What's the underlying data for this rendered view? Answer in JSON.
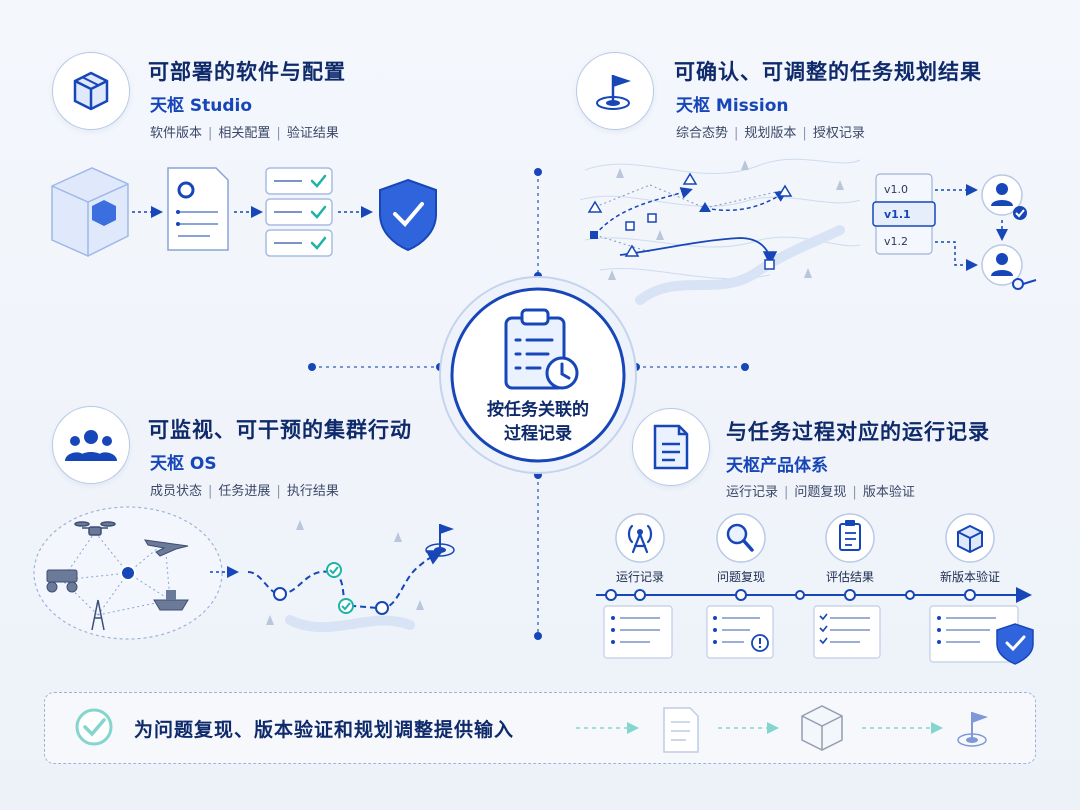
{
  "center": {
    "line1": "按任务关联的",
    "line2": "过程记录"
  },
  "quadrants": {
    "top_left": {
      "title": "可部署的软件与配置",
      "product": "天枢 Studio",
      "tags": [
        "软件版本",
        "相关配置",
        "验证结果"
      ],
      "icon": "box-icon"
    },
    "top_right": {
      "title": "可确认、可调整的任务规划结果",
      "product": "天枢 Mission",
      "tags": [
        "综合态势",
        "规划版本",
        "授权记录"
      ],
      "icon": "flag-target-icon",
      "versions": [
        "v1.0",
        "v1.1",
        "v1.2"
      ]
    },
    "bottom_left": {
      "title": "可监视、可干预的集群行动",
      "product": "天枢 OS",
      "tags": [
        "成员状态",
        "任务进展",
        "执行结果"
      ],
      "icon": "group-icon"
    },
    "bottom_right": {
      "title": "与任务过程对应的运行记录",
      "product": "天枢产品体系",
      "tags": [
        "运行记录",
        "问题复现",
        "版本验证"
      ],
      "icon": "document-icon",
      "stages": [
        "运行记录",
        "问题复现",
        "评估结果",
        "新版本验证"
      ]
    }
  },
  "footer": {
    "text": "为问题复现、版本验证和规划调整提供输入"
  },
  "colors": {
    "primary": "#1746b8",
    "navy": "#0f2a6b",
    "teal": "#1fb3a5",
    "line": "#9fb3da"
  }
}
